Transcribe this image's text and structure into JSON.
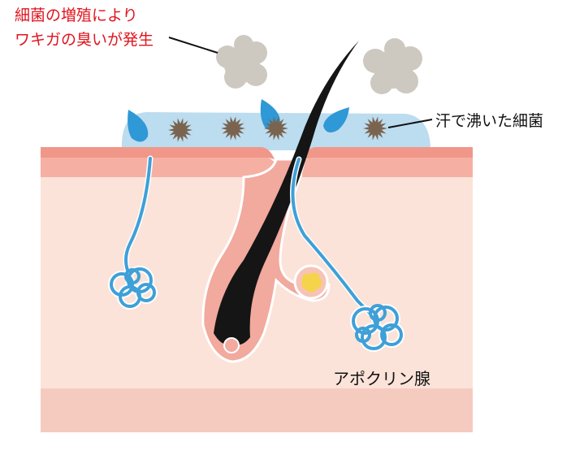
{
  "labels": {
    "bacteria_growth_line1": "細菌の増殖により",
    "bacteria_growth_line2": "ワキガの臭いが発生",
    "sweat_bacteria": "汗で沸いた細菌",
    "apocrine_gland": "アポクリン腺"
  },
  "colors": {
    "label_red": "#e0141e",
    "skin_top": "#f0978a",
    "skin_epidermis": "#f5b0a3",
    "dermis": "#fbe3d9",
    "subcutis": "#f6cbbf",
    "sweat_film": "#bcdcef",
    "sweat_drop": "#2f98d6",
    "gland": "#3fa0d8",
    "bacteria": "#7a6450",
    "odor_cloud": "#cdc8c0",
    "hair": "#151515",
    "sebaceous": "#f5d34a"
  }
}
